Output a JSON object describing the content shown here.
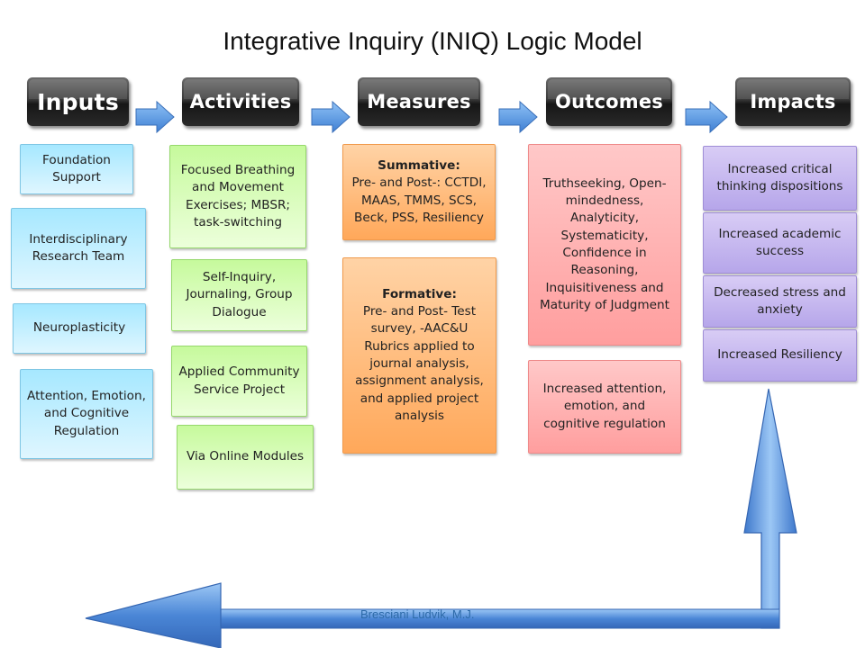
{
  "title": "Integrative Inquiry (INIQ) Logic Model",
  "headers": [
    "Inputs",
    "Activities",
    "Measures",
    "Outcomes",
    "Impacts"
  ],
  "inputs": [
    "Foundation Support",
    "Interdisciplinary Research Team",
    "Neuroplasticity",
    "Attention, Emotion, and Cognitive Regulation"
  ],
  "activities": [
    "Focused Breathing and Movement Exercises; MBSR; task-switching",
    "Self-Inquiry, Journaling, Group Dialogue",
    "Applied Community Service Project",
    "Via Online Modules"
  ],
  "measures": [
    {
      "heading": "Summative:",
      "text": "Pre- and Post-: CCTDI, MAAS, TMMS, SCS, Beck, PSS, Resiliency"
    },
    {
      "heading": "Formative:",
      "text": "Pre- and Post- Test survey, -AAC&U Rubrics applied to journal analysis, assignment analysis, and applied project analysis"
    }
  ],
  "outcomes": [
    "Truthseeking, Open-mindedness, Analyticity, Systematicity, Confidence in Reasoning, Inquisitiveness and Maturity of Judgment",
    "Increased attention, emotion, and cognitive regulation"
  ],
  "impacts": [
    "Increased critical thinking dispositions",
    "Increased academic success",
    "Decreased stress and anxiety",
    "Increased Resiliency"
  ],
  "watermark": "Bresciani Ludvik, M.J.",
  "colors": {
    "inputs": "#bfeeff",
    "activities": "#d9fbbb",
    "measures": "#ffbf85",
    "outcomes": "#ffb3b3",
    "impacts": "#c6b8f0",
    "flow_arrow": "#4a86d6"
  }
}
